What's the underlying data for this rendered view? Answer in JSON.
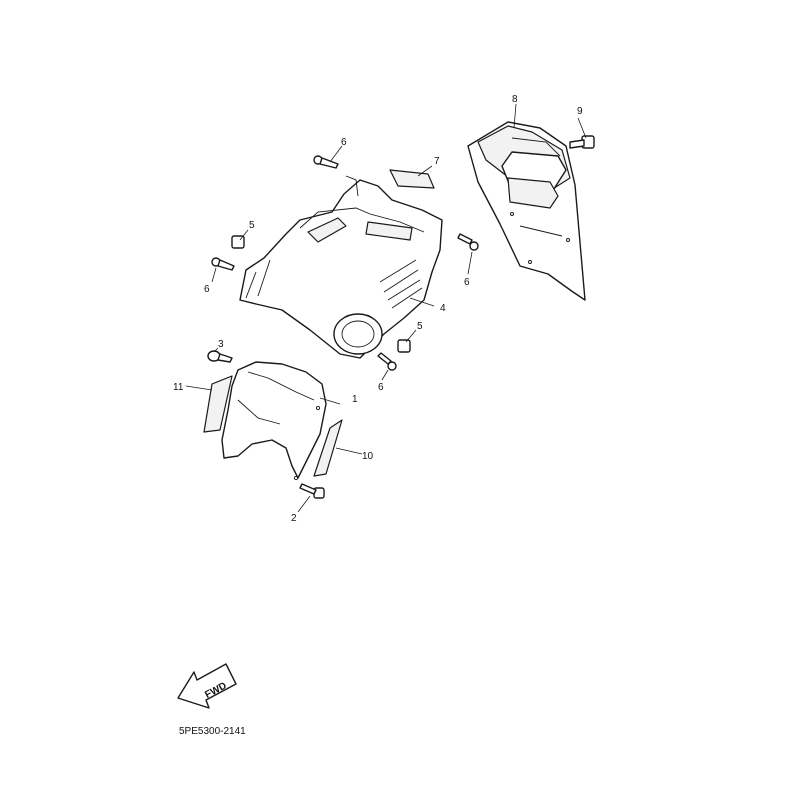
{
  "diagram": {
    "callouts": {
      "c1": "1",
      "c2": "2",
      "c3": "3",
      "c4": "4",
      "c5a": "5",
      "c5b": "5",
      "c6a": "6",
      "c6b": "6",
      "c6c": "6",
      "c6d": "6",
      "c7": "7",
      "c8": "8",
      "c9": "9",
      "c10": "10",
      "c11": "11"
    },
    "direction_label": "FWD",
    "drawing_code": "5PE5300-2141"
  }
}
